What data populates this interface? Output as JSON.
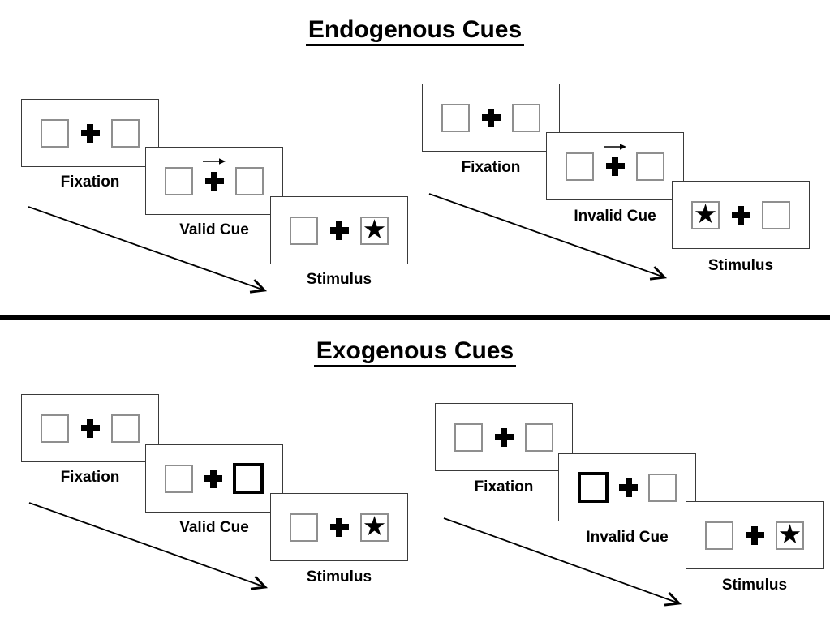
{
  "figure": {
    "kind": "cueing-paradigm-diagram",
    "background": "#ffffff"
  },
  "colors": {
    "ink": "#000000",
    "panel_border": "#3a3a3a",
    "square_border": "#8f8f8f",
    "divider": "#000000"
  },
  "glyphs": {
    "star": "★"
  },
  "sections": [
    {
      "title": "Endogenous Cues",
      "groups": [
        {
          "name": "valid",
          "cue_style": "central-arrow-right",
          "star_position": "right",
          "panels": [
            {
              "label": "Fixation"
            },
            {
              "label": "Valid Cue"
            },
            {
              "label": "Stimulus"
            }
          ]
        },
        {
          "name": "invalid",
          "cue_style": "central-arrow-right",
          "star_position": "left",
          "panels": [
            {
              "label": "Fixation"
            },
            {
              "label": "Invalid Cue"
            },
            {
              "label": "Stimulus"
            }
          ]
        }
      ]
    },
    {
      "title": "Exogenous Cues",
      "groups": [
        {
          "name": "valid",
          "cue_style": "thick-right-box",
          "star_position": "right",
          "panels": [
            {
              "label": "Fixation"
            },
            {
              "label": "Valid Cue"
            },
            {
              "label": "Stimulus"
            }
          ]
        },
        {
          "name": "invalid",
          "cue_style": "thick-left-box",
          "star_position": "right",
          "panels": [
            {
              "label": "Fixation"
            },
            {
              "label": "Invalid Cue"
            },
            {
              "label": "Stimulus"
            }
          ]
        }
      ]
    }
  ]
}
